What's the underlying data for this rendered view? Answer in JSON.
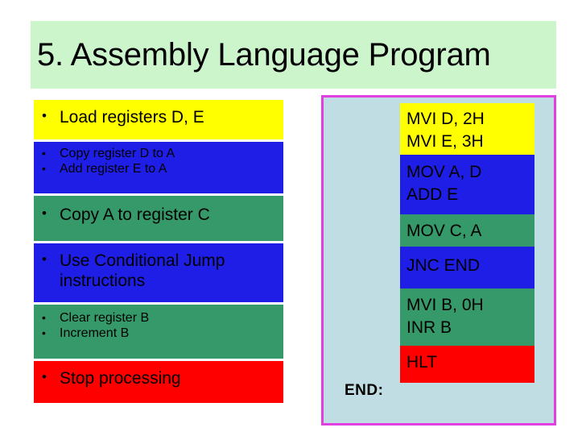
{
  "slide": {
    "title": "5. Assembly Language Program",
    "title_bg": "#ccf5cc",
    "background": "#ffffff"
  },
  "colors": {
    "yellow": "#ffff00",
    "blue": "#1e1ee6",
    "green": "#359969",
    "red": "#fe0000",
    "panel_bg": "#bfdde2",
    "panel_border": "#e040e0"
  },
  "bullet_glyph": "•",
  "left_column": {
    "blocks": [
      {
        "color": "yellow",
        "size": "big",
        "lines": [
          "Load registers D, E"
        ]
      },
      {
        "color": "blue",
        "size": "small",
        "lines": [
          "Copy register D to A",
          "Add register E to A"
        ]
      },
      {
        "color": "green",
        "size": "big",
        "lines": [
          "Copy A to register C"
        ]
      },
      {
        "color": "blue",
        "size": "big",
        "lines": [
          "Use Conditional Jump instructions"
        ]
      },
      {
        "color": "green",
        "size": "small",
        "lines": [
          "Clear register B",
          "Increment B"
        ]
      },
      {
        "color": "red",
        "size": "big",
        "lines": [
          "Stop processing"
        ]
      }
    ]
  },
  "code_panel": {
    "end_label": "END:",
    "blocks": [
      {
        "color": "yellow",
        "lines": [
          "MVI D, 2H",
          "MVI E, 3H"
        ]
      },
      {
        "color": "blue",
        "lines": [
          "MOV A, D",
          "ADD E"
        ]
      },
      {
        "color": "green",
        "lines": [
          "MOV C, A"
        ]
      },
      {
        "color": "blue",
        "lines": [
          "JNC END"
        ]
      },
      {
        "color": "green",
        "lines": [
          "MVI B, 0H",
          "INR B"
        ]
      },
      {
        "color": "red",
        "lines": [
          "HLT"
        ]
      }
    ]
  }
}
